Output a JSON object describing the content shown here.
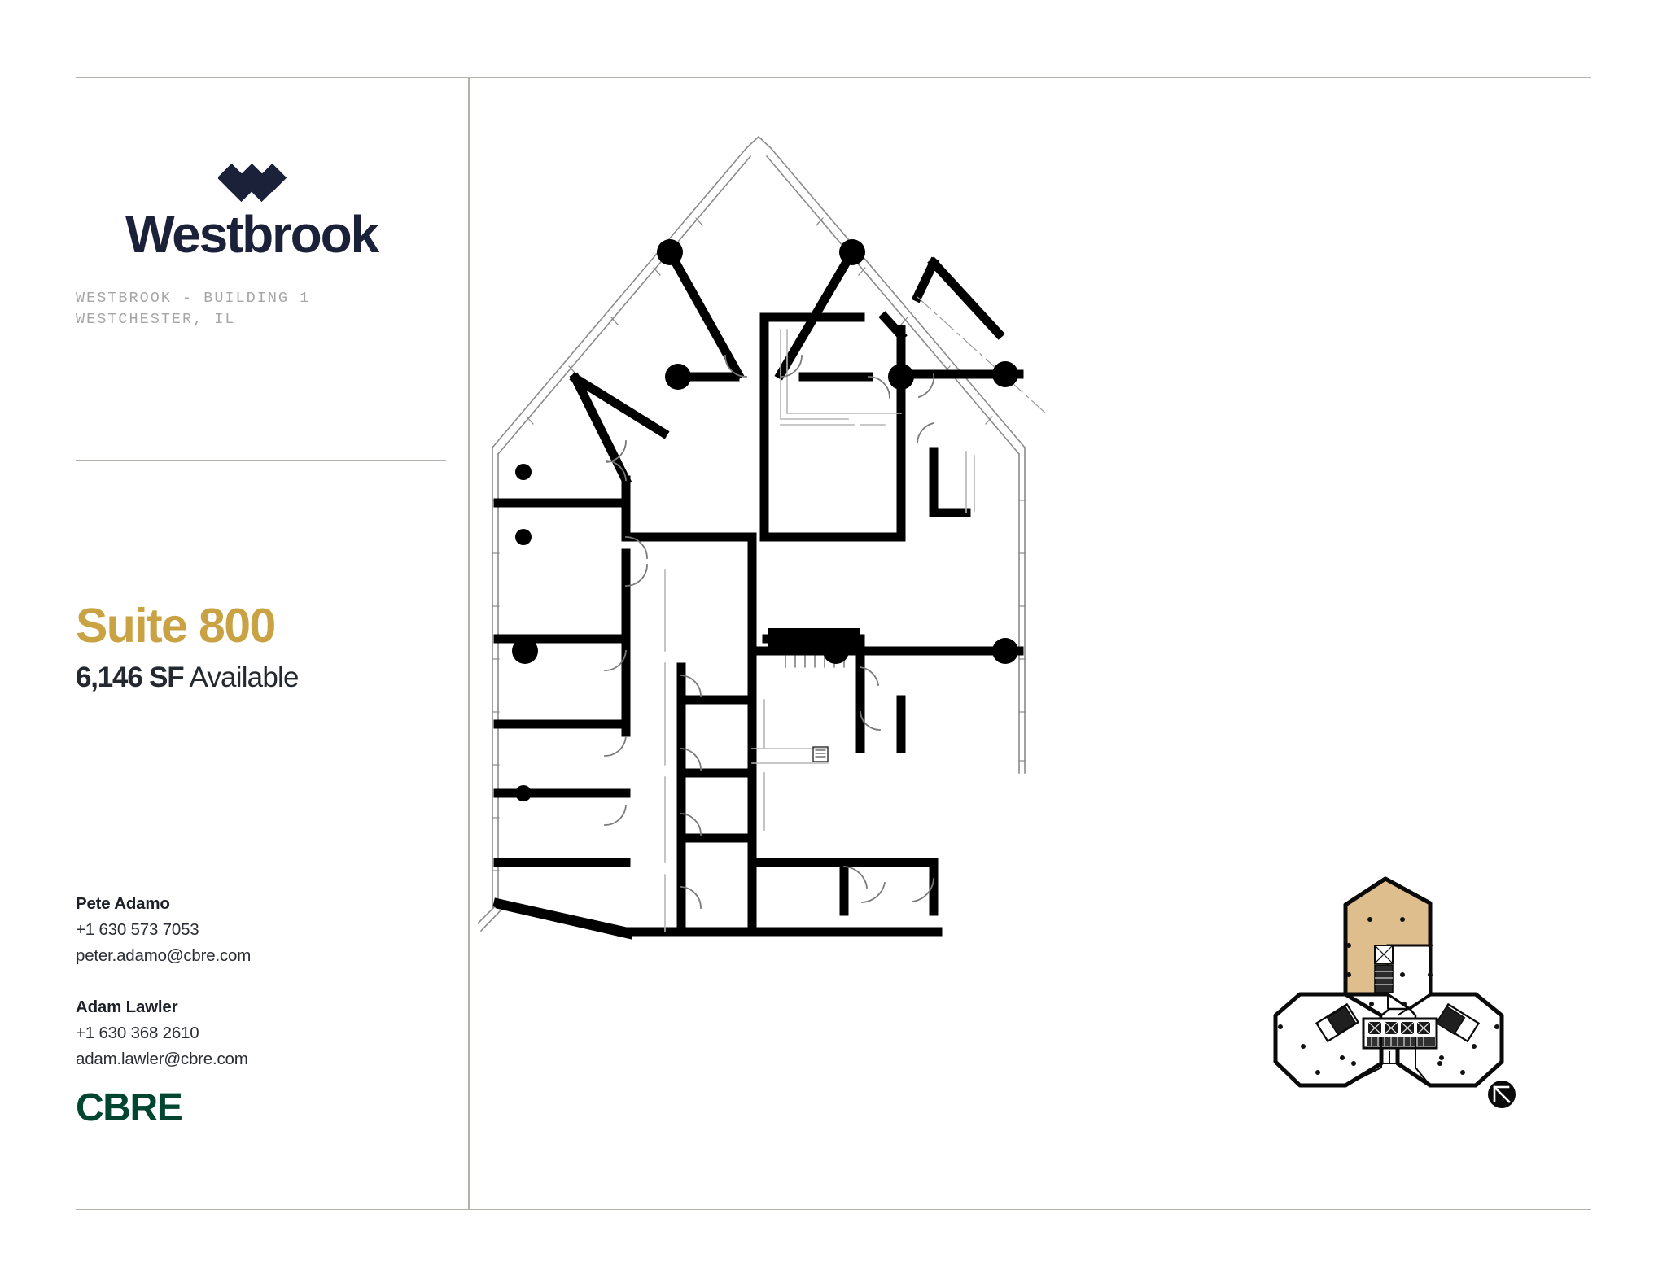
{
  "document": {
    "type": "floor-plan-flyer"
  },
  "brand": {
    "wordmark": "Westbrook",
    "logo_icon": "westbrook-diamonds-icon",
    "property_line_1": "WESTBROOK - BUILDING 1",
    "property_line_2": "WESTCHESTER, IL",
    "navy": "#1b2139"
  },
  "suite": {
    "name": "Suite 800",
    "area": "6,146 SF",
    "status": "Available",
    "gold": "#c8a243"
  },
  "contacts": [
    {
      "name": "Pete Adamo",
      "phone": "+1 630 573 7053",
      "email": "peter.adamo@cbre.com"
    },
    {
      "name": "Adam Lawler",
      "phone": "+1 630 368 2610",
      "email": "adam.lawler@cbre.com"
    }
  ],
  "broker": {
    "logo_text": "CBRE",
    "green": "#00452f"
  },
  "plan": {
    "floorplan_name": "suite-800-floor-plan",
    "keyplan_name": "building-key-plan",
    "highlight_color": "#ddbe8c",
    "north_arrow": "north-arrow-icon"
  }
}
